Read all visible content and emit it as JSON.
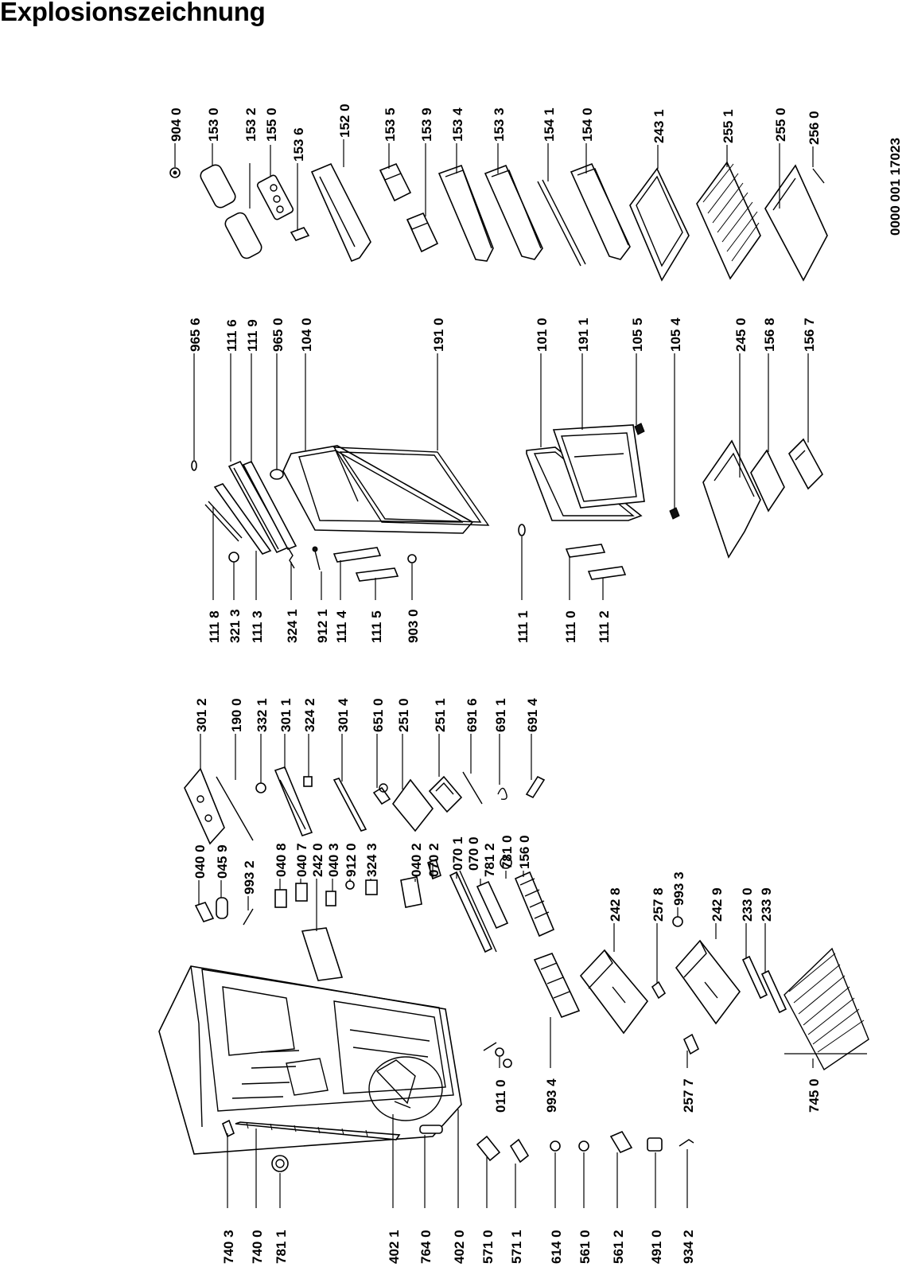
{
  "title": "Explosionszeichnung",
  "reference": "0000 001 17023",
  "groups": {
    "cabinet": [
      "040 0",
      "045 9",
      "993 2",
      "040 8",
      "040 7",
      "242 0",
      "040 3",
      "912 0",
      "324 3",
      "040 2",
      "070 2",
      "070 1",
      "070 0",
      "781 2",
      "781 0",
      "156 0",
      "242 8",
      "257 8",
      "993 3",
      "242 9",
      "233 0",
      "233 9",
      "993 4",
      "011 0",
      "257 7",
      "745 0",
      "740 3",
      "740 0",
      "781 1",
      "402 1",
      "764 0",
      "402 0",
      "571 0",
      "571 1",
      "614 0",
      "561 0",
      "561 2",
      "491 0",
      "934 2"
    ],
    "control": [
      "301 2",
      "190 0",
      "332 1",
      "301 1",
      "324 2",
      "301 4",
      "651 0",
      "251 0",
      "251 1",
      "691 6",
      "691 1",
      "691 4"
    ],
    "doors": [
      "965 6",
      "111 6",
      "111 9",
      "965 0",
      "104 0",
      "191 0",
      "101 0",
      "191 1",
      "105 5",
      "105 4",
      "245 0",
      "156 8",
      "156 7",
      "111 8",
      "321 3",
      "111 3",
      "324 1",
      "912 1",
      "111 4",
      "111 5",
      "903 0",
      "111 1",
      "111 0",
      "111 2"
    ],
    "door_accessories": [
      "904 0",
      "153 0",
      "153 2",
      "155 0",
      "153 6",
      "152 0",
      "153 5",
      "153 9",
      "153 4",
      "153 3",
      "154 1",
      "154 0",
      "243 1",
      "255 1",
      "255 0",
      "256 0"
    ]
  }
}
